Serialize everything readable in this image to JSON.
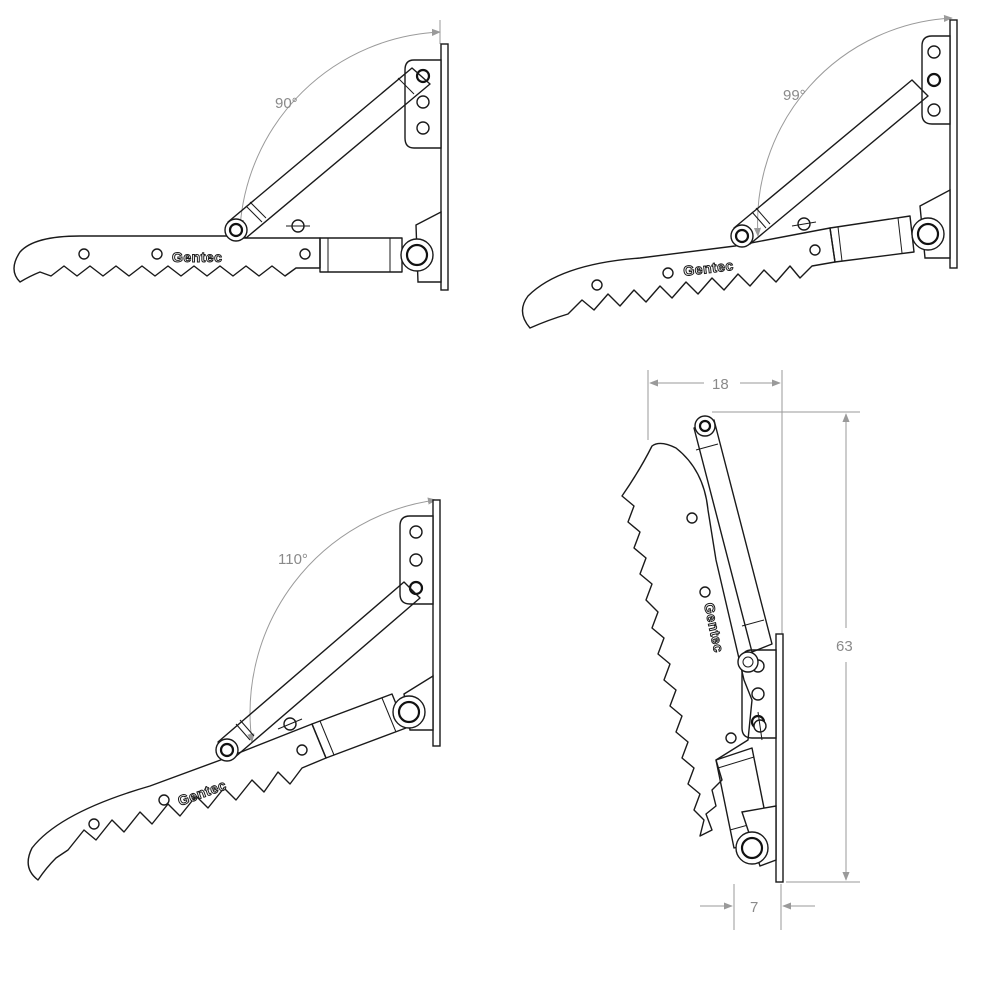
{
  "brand": "Gentec",
  "views": [
    {
      "angle_label": "90°"
    },
    {
      "angle_label": "99°"
    },
    {
      "angle_label": "110°"
    }
  ],
  "stowed_view": {
    "width_label": "18",
    "height_label": "63",
    "depth_label": "7"
  },
  "colors": {
    "line": "#1a1a1a",
    "dimension": "#9a9a9a",
    "background": "#ffffff"
  }
}
